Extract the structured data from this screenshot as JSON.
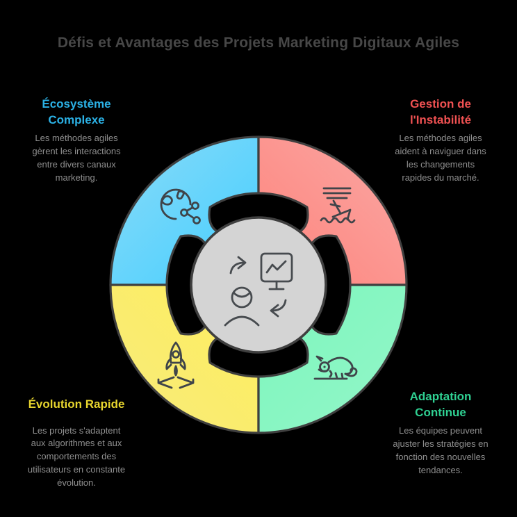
{
  "title": {
    "text": "Défis et Avantages des Projets Marketing Digitaux Agiles",
    "color": "#474747"
  },
  "canvas": {
    "background": "#000000",
    "outline_stroke": "#3F3F3F"
  },
  "center_hub": {
    "fill": "#D4D4D4",
    "icon_stroke": "#474B4F",
    "icons": [
      "cycle-arrows-icon",
      "monitor-chart-icon",
      "user-icon"
    ]
  },
  "segments": [
    {
      "id": "ecosystem",
      "position": "top-left",
      "icon": "globe-network-icon",
      "gradient": {
        "from": "#8ADBF8",
        "to": "#44CEFF"
      },
      "heading_color": "#2BB1E5",
      "heading_lines": [
        "Écosystème",
        "Complexe"
      ],
      "body_color": "#8F8F8F",
      "body_lines": [
        "Les méthodes agiles",
        "gèrent les interactions",
        "entre divers canaux",
        "marketing."
      ]
    },
    {
      "id": "instability",
      "position": "top-right",
      "icon": "sinking-ship-icon",
      "gradient": {
        "from": "#F9A8A5",
        "to": "#FF837B"
      },
      "heading_color": "#EF5152",
      "heading_lines": [
        "Gestion de",
        "l'Instabilité"
      ],
      "body_color": "#8F8F8F",
      "body_lines": [
        "Les méthodes agiles",
        "aident à naviguer dans",
        "les changements",
        "rapides du marché."
      ]
    },
    {
      "id": "evolution",
      "position": "bottom-left",
      "icon": "rocket-launch-icon",
      "gradient": {
        "from": "#F6EB7D",
        "to": "#FFEE5C"
      },
      "heading_color": "#E7D52E",
      "heading_lines": [
        "Évolution Rapide"
      ],
      "body_color": "#8F8F8F",
      "body_lines": [
        "Les projets s'adaptent",
        "aux algorithmes et aux",
        "comportements des",
        "utilisateurs en constante",
        "évolution."
      ]
    },
    {
      "id": "adaptation",
      "position": "bottom-right",
      "icon": "chameleon-icon",
      "gradient": {
        "from": "#93F6C9",
        "to": "#7DF6BC"
      },
      "heading_color": "#2FD092",
      "heading_lines": [
        "Adaptation",
        "Continue"
      ],
      "body_color": "#8F8F8F",
      "body_lines": [
        "Les équipes peuvent",
        "ajuster les stratégies en",
        "fonction des nouvelles",
        "tendances."
      ]
    }
  ]
}
